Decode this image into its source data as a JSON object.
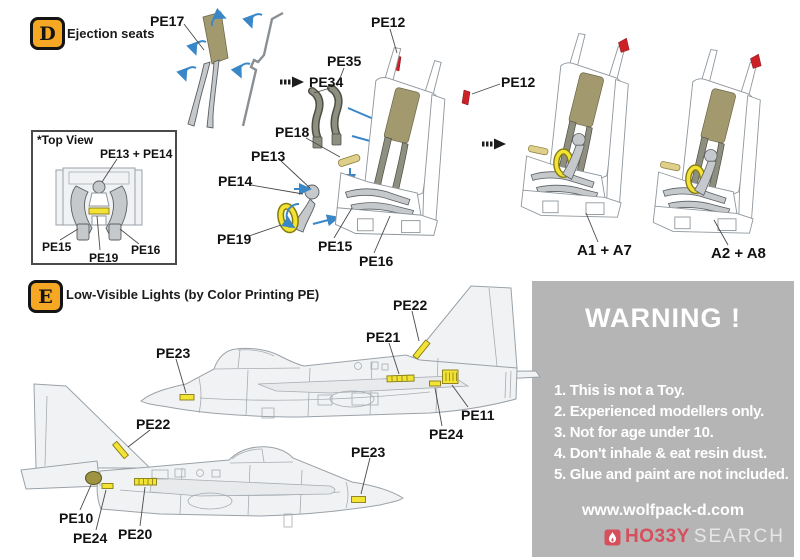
{
  "section_d": {
    "badge": "D",
    "title": "Ejection seats"
  },
  "section_e": {
    "badge": "E",
    "title": "Low-Visible Lights (by Color Printing PE)"
  },
  "top_view": {
    "title": "*Top View",
    "combo_label": "PE13 + PE14",
    "pe15": "PE15",
    "pe19": "PE19",
    "pe16": "PE16"
  },
  "d_labels": {
    "pe17": "PE17",
    "pe12_top": "PE12",
    "pe35": "PE35",
    "pe34": "PE34",
    "pe18": "PE18",
    "pe13": "PE13",
    "pe14": "PE14",
    "pe19": "PE19",
    "pe15": "PE15",
    "pe16": "PE16",
    "pe12_right": "PE12",
    "result_seat_1": "A1 + A7",
    "result_seat_2": "A2 + A8"
  },
  "e_labels": {
    "top_pe23": "PE23",
    "top_pe21": "PE21",
    "top_pe22": "PE22",
    "top_pe11": "PE11",
    "top_pe24": "PE24",
    "bottom_pe22": "PE22",
    "bottom_pe10": "PE10",
    "bottom_pe24": "PE24",
    "bottom_pe20": "PE20",
    "bottom_pe23": "PE23"
  },
  "warning": {
    "title": "WARNING !",
    "items": [
      "1. This is not a Toy.",
      "2. Experienced modellers only.",
      "3. Not for age under 10.",
      "4. Don't inhale & eat resin dust.",
      "5. Glue and paint are not included."
    ],
    "url": "www.wolfpack-d.com"
  },
  "logo": {
    "hobby": "HO33Y",
    "search": "SEARCH"
  },
  "colors": {
    "badge_orange": "#f6a723",
    "pe_yellow": "#f2e334",
    "part_red": "#cc2127",
    "belt_olive": "#8f8f80",
    "headrest_olive": "#a29a6e",
    "arrow_blue": "#3a87c8",
    "warning_gray": "#b5b5b5",
    "logo_red": "#d5505c"
  }
}
